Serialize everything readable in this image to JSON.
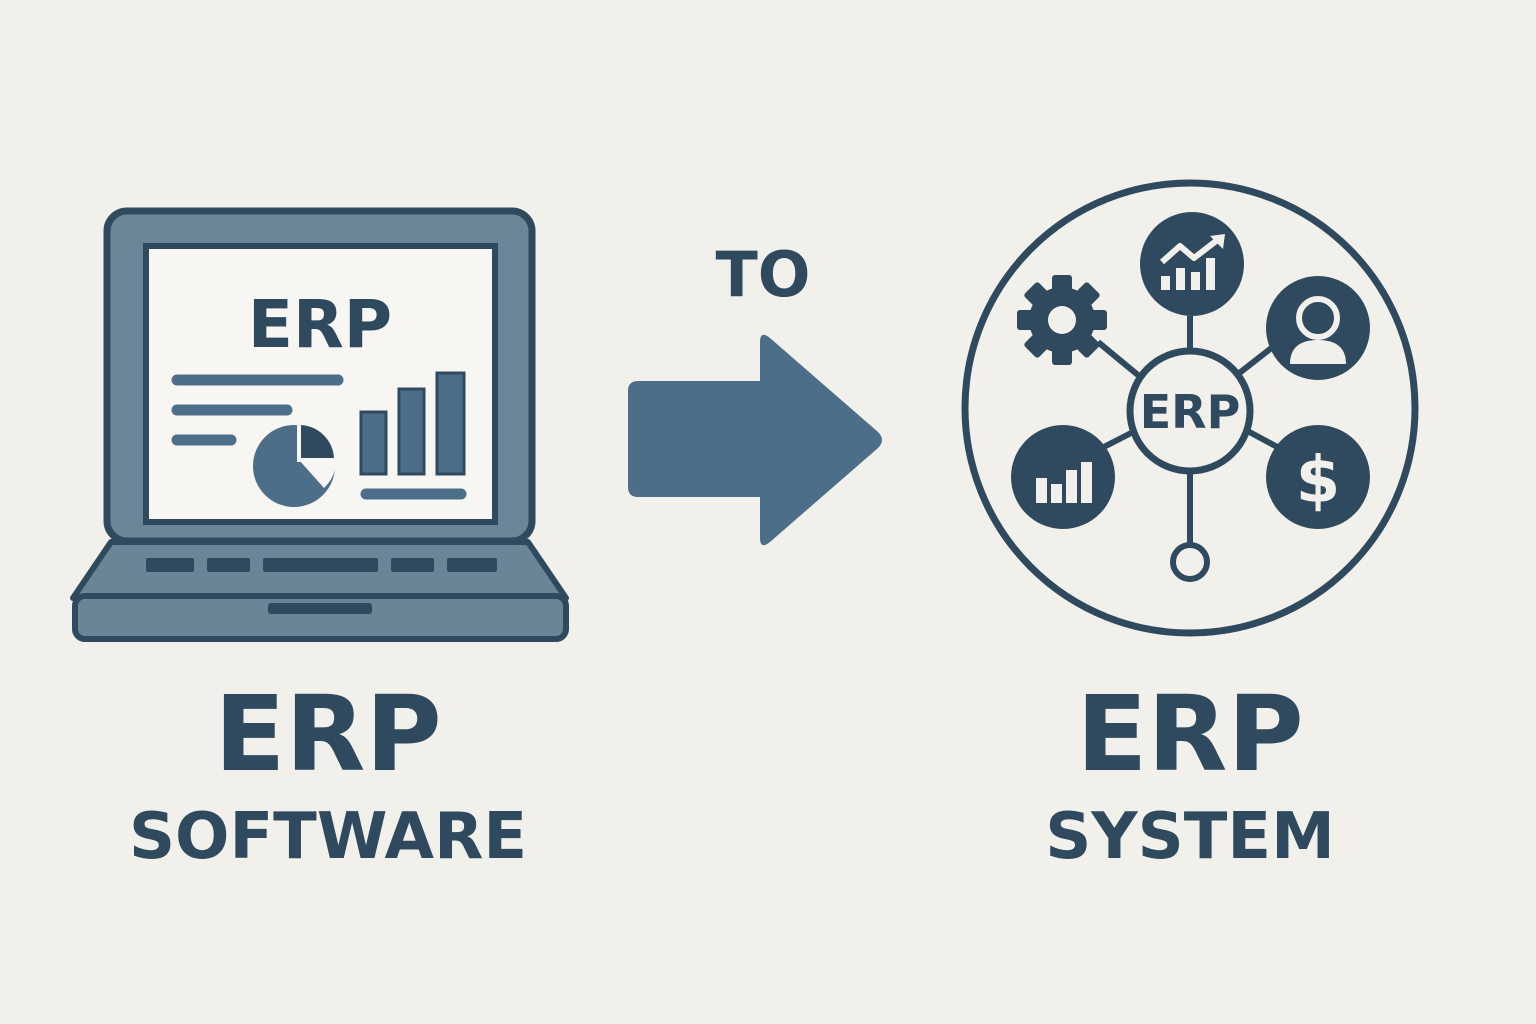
{
  "colors": {
    "background": "#f2f0eb",
    "dark": "#2f4a5e",
    "mid": "#4c6e88",
    "laptop_body": "#6c8697",
    "laptop_base": "#6a8596",
    "screen": "#f7f6f2",
    "key": "#2f4a5e"
  },
  "left": {
    "screen_label": "ERP",
    "title": "ERP",
    "subtitle": "SOFTWARE",
    "icon": "laptop-icon"
  },
  "middle": {
    "label": "TO",
    "icon": "arrow-right-icon"
  },
  "right": {
    "hub_label": "ERP",
    "title": "ERP",
    "subtitle": "SYSTEM",
    "icon": "network-hub-icon",
    "nodes": [
      {
        "icon": "trend-chart-icon"
      },
      {
        "icon": "user-icon"
      },
      {
        "icon": "dollar-icon"
      },
      {
        "icon": "bar-chart-icon"
      },
      {
        "icon": "gear-icon"
      },
      {
        "icon": "node-dot-icon"
      }
    ]
  }
}
